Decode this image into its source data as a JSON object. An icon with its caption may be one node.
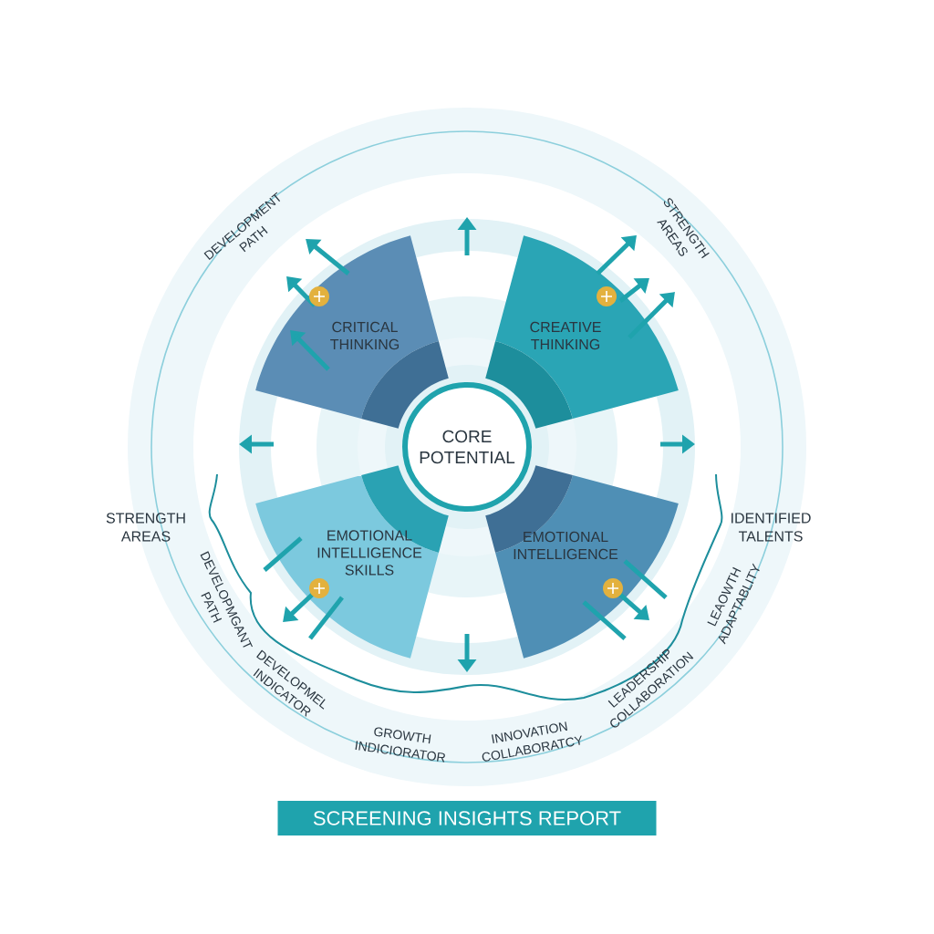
{
  "diagram": {
    "title": "SCREENING INSIGHTS REPORT",
    "nodes": [
      {
        "text": [
          "CORE POTENTIAL"
        ]
      },
      {
        "text": [
          "CRITICAL THINKING"
        ]
      },
      {
        "text": [
          "CREATIVE THINKING"
        ]
      },
      {
        "text": [
          "EMOTIONAL INTELLIGENCE SKILLS"
        ]
      },
      {
        "text": [
          "EMOTIONAL INTELLIGENCE"
        ]
      }
    ],
    "labels": [
      "DEVELOPMENT PATH",
      "STRENGTH AREAS",
      "STRENGTH AREAS",
      "IDENTIFIED TALENTS",
      "DEVELOPMGANT PATH",
      "DEVELOPMEL INDICATOR",
      "GROWTH INDICIORATOR",
      "INNOVATION COLLABORATCY",
      "LEADERSHIP COLLABORATION",
      "LEAOWTH ADAPTABLITY"
    ]
  }
}
